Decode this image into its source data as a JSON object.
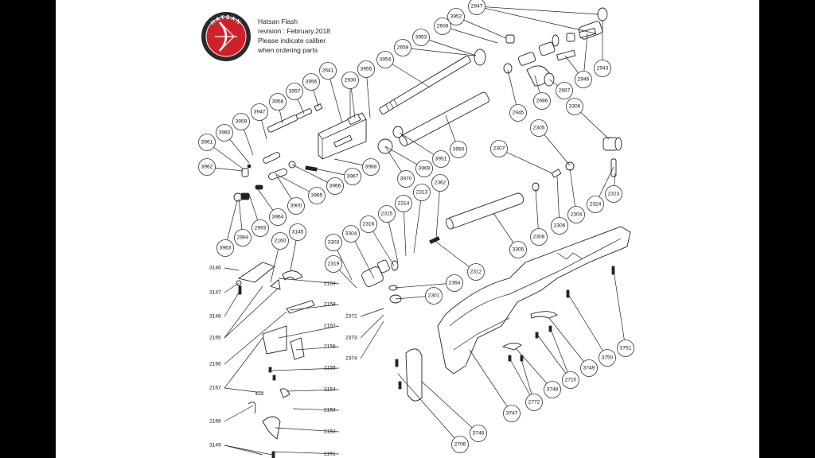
{
  "header": {
    "brand": "HATSAN",
    "title": "Hatsan Flash",
    "revision": "revision : February.2018",
    "note_line1": "Please indicate caliber",
    "note_line2": "when ordering parts"
  },
  "colors": {
    "logo_red": "#d0202a",
    "logo_dark": "#2a2a2a",
    "line": "#222222",
    "frame": "#000000"
  },
  "parts": [
    "2947",
    "3952",
    "2608",
    "3953",
    "2658",
    "3954",
    "3955",
    "2930",
    "2641",
    "3956",
    "3957",
    "3958",
    "3947",
    "3959",
    "3960",
    "3961",
    "3962",
    "3965",
    "3966",
    "3967",
    "3968",
    "3969",
    "3970",
    "3951",
    "3950",
    "2945",
    "2686",
    "2687",
    "2946",
    "2943",
    "3306",
    "2305",
    "2307",
    "2304",
    "2306",
    "2308",
    "3305",
    "2324",
    "2323",
    "2362",
    "2313",
    "2314",
    "2315",
    "2316",
    "3304",
    "3303",
    "2319",
    "2312",
    "2364",
    "2301",
    "2372",
    "2373",
    "2374",
    "3900",
    "3964",
    "2993",
    "2994",
    "3963",
    "2160",
    "3145",
    "3146",
    "3147",
    "3148",
    "2165",
    "2166",
    "2167",
    "2168",
    "3149",
    "2159",
    "2158",
    "2157",
    "2156",
    "2155",
    "2154",
    "2153",
    "2152",
    "2151",
    "3746",
    "2706",
    "3747",
    "2772",
    "3748",
    "2710",
    "3749",
    "3750",
    "3751"
  ]
}
